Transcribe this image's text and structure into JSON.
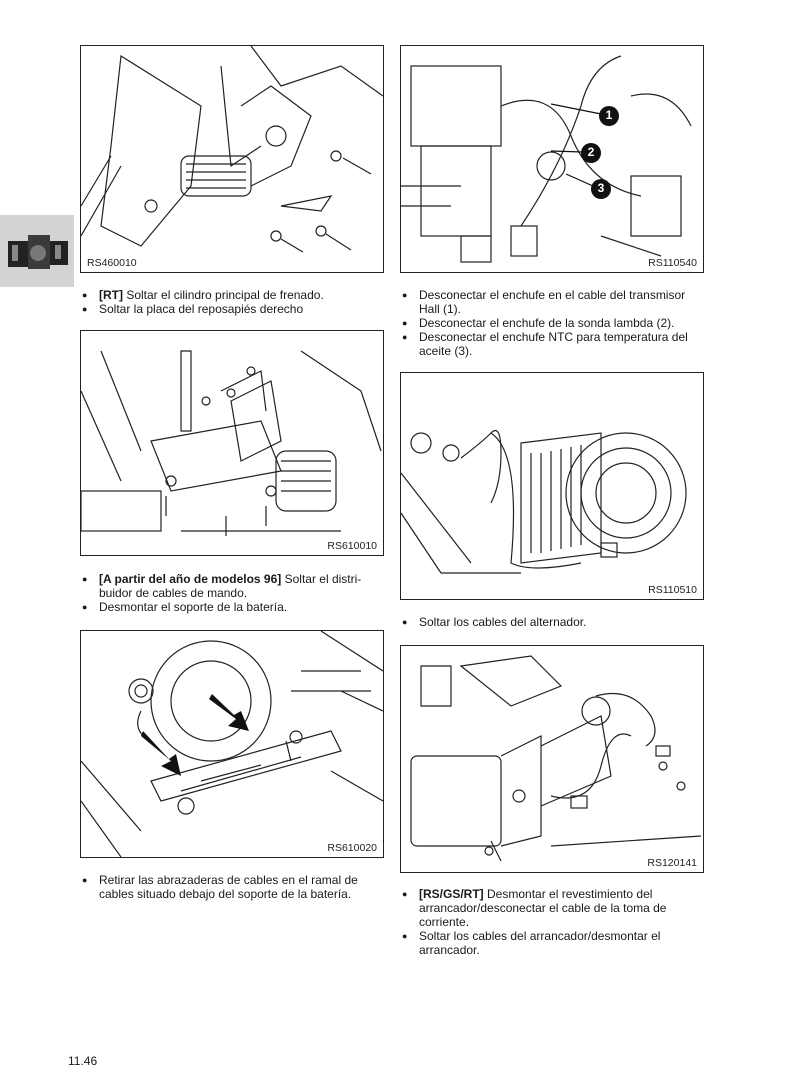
{
  "page": {
    "number": "11.46"
  },
  "figures": {
    "fig1": {
      "code": "RS460010"
    },
    "fig2": {
      "code": "RS110540",
      "callouts": [
        "1",
        "2",
        "3"
      ]
    },
    "fig3": {
      "code": "RS610010"
    },
    "fig4": {
      "code": "RS110510"
    },
    "fig5": {
      "code": "RS610020"
    },
    "fig6": {
      "code": "RS120141"
    }
  },
  "steps": {
    "s1": [
      {
        "bold": "[RT]",
        "text": " Soltar el cilindro principal de frenado."
      },
      {
        "bold": "",
        "text": "Soltar la placa del reposapiés derecho"
      }
    ],
    "s2": [
      {
        "bold": "",
        "text": "Desconectar el enchufe en el cable del transmisor Hall (1)."
      },
      {
        "bold": "",
        "text": "Desconectar el enchufe de la sonda lambda (2)."
      },
      {
        "bold": "",
        "text": "Desconectar el enchufe NTC para temperatura del aceite (3)."
      }
    ],
    "s3": [
      {
        "bold": "[A partir del año de modelos 96]",
        "text": " Soltar el distri­buidor de cables de mando."
      },
      {
        "bold": "",
        "text": "Desmontar el soporte de la batería."
      }
    ],
    "s4": [
      {
        "bold": "",
        "text": "Soltar los cables del alternador."
      }
    ],
    "s5": [
      {
        "bold": "",
        "text": "Retirar las abrazaderas de cables en el ramal de cables situado debajo del soporte de la batería."
      }
    ],
    "s6": [
      {
        "bold": "[RS/GS/RT]",
        "text": " Desmontar el revestimiento del arrancador/desconectar el cable de la toma de corriente."
      },
      {
        "bold": "",
        "text": "Soltar los cables del arrancador/desmontar el arrancador."
      }
    ]
  }
}
